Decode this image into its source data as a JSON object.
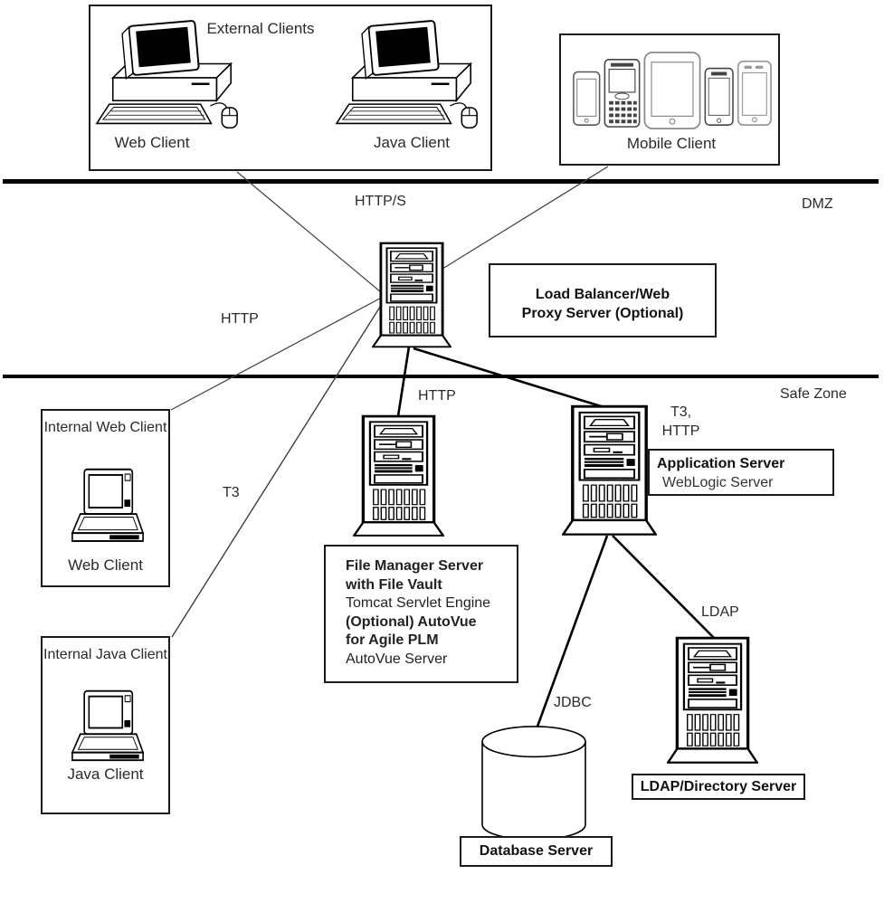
{
  "zones": {
    "dmz": "DMZ",
    "safe": "Safe Zone"
  },
  "connections": {
    "https": "HTTP/S",
    "http_internal": "HTTP",
    "http_file_manager": "HTTP",
    "t3_internal": "T3",
    "t3_http": [
      "T3,",
      "HTTP"
    ],
    "jdbc": "JDBC",
    "ldap": "LDAP"
  },
  "external_clients": {
    "title": "External Clients",
    "web_client_label": "Web Client",
    "java_client_label": "Java Client"
  },
  "mobile_clients": {
    "label": "Mobile Client"
  },
  "load_balancer": {
    "lines": [
      "Load Balancer/Web",
      "Proxy Server (Optional)"
    ]
  },
  "application_server": {
    "title": "Application Server",
    "subtitle": "WebLogic Server"
  },
  "file_manager_server": {
    "lines": [
      "File Manager Server",
      "with File Vault",
      "Tomcat Servlet Engine",
      "(Optional) AutoVue",
      "for Agile PLM",
      "AutoVue Server"
    ]
  },
  "internal_web_client": {
    "title": "Internal Web Client",
    "label": "Web Client"
  },
  "internal_java_client": {
    "title": "Internal Java Client",
    "label": "Java Client"
  },
  "database_server": {
    "label": "Database Server"
  },
  "ldap_server": {
    "label": "LDAP/Directory Server"
  },
  "icons": {
    "desktop_computer": "desktop-computer-icon",
    "laptop": "laptop-icon",
    "tower_server": "tower-server-icon",
    "mobile_devices": "mobile-devices-icon",
    "database_cylinder": "database-cylinder-icon"
  },
  "colors": {
    "background": "#ffffff",
    "text": "#1c1c1c",
    "line": "#000000",
    "thin_line": "#3f3f3f"
  }
}
